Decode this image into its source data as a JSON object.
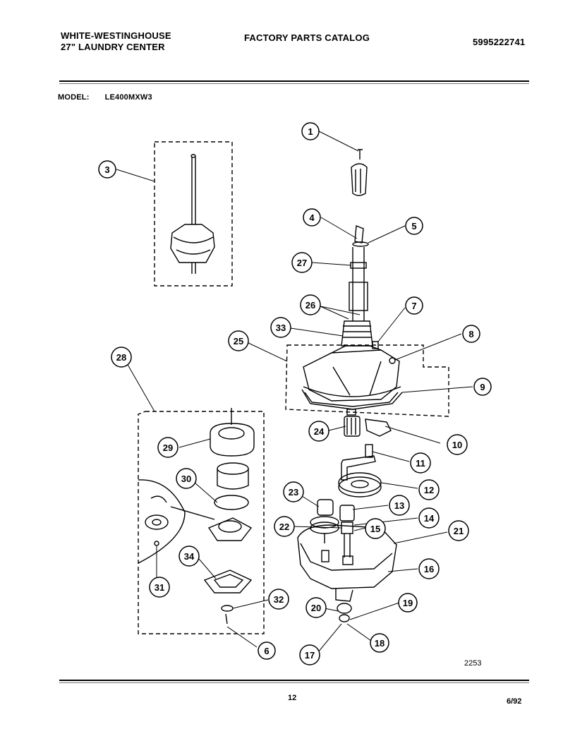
{
  "header": {
    "brand_line1": "WHITE-WESTINGHOUSE",
    "brand_line2": "27\" LAUNDRY CENTER",
    "catalog": "FACTORY PARTS CATALOG",
    "part_number": "5995222741"
  },
  "model": {
    "label": "MODEL:",
    "value": "LE400MXW3"
  },
  "diagram": {
    "code": "2253",
    "callouts": [
      "1",
      "3",
      "4",
      "5",
      "27",
      "26",
      "7",
      "33",
      "8",
      "25",
      "9",
      "28",
      "24",
      "10",
      "29",
      "11",
      "30",
      "12",
      "23",
      "13",
      "14",
      "22",
      "15",
      "21",
      "34",
      "16",
      "31",
      "32",
      "19",
      "20",
      "6",
      "18",
      "17"
    ]
  },
  "footer": {
    "page": "12",
    "date": "6/92"
  }
}
